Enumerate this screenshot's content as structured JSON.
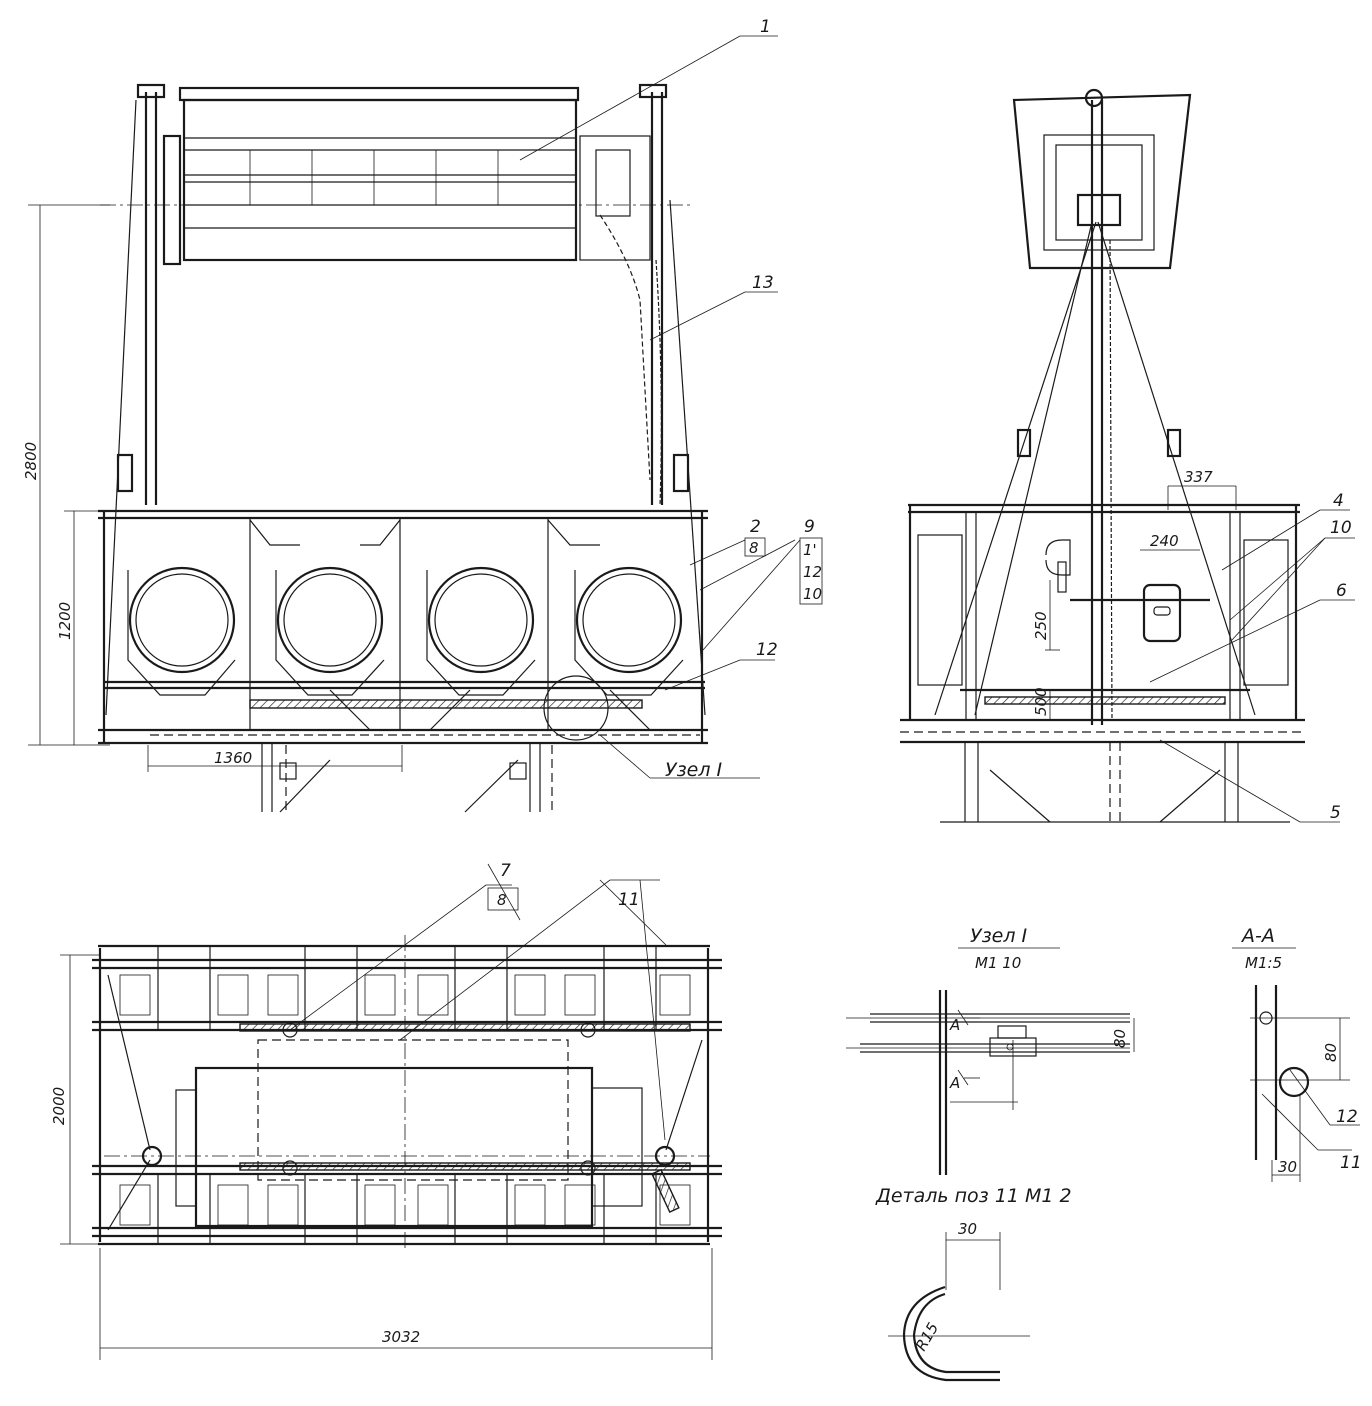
{
  "positions": {
    "p1": "1",
    "p2": "2",
    "p2_sub": "8",
    "p4": "4",
    "p5": "5",
    "p6": "6",
    "p7": "7",
    "p7_sub": "8",
    "p9": "9",
    "p9_list": [
      "1'",
      "12",
      "10"
    ],
    "p10": "10",
    "p11_plan": "11",
    "p12_front": "12",
    "p13": "13",
    "p12_detail": "12",
    "p11_detail": "11"
  },
  "dimensions": {
    "front_height": "2800",
    "front_frame_height": "1200",
    "front_bay": "1360",
    "side_337": "337",
    "side_240": "240",
    "side_250": "250",
    "side_500": "500",
    "plan_width": "2000",
    "plan_length": "3032",
    "node_80": "80",
    "aa_80": "80",
    "aa_30": "30",
    "detail_30": "30",
    "detail_r": "R15"
  },
  "views": {
    "node_label": "Узел I",
    "node_title": "Узел I",
    "node_scale": "М1 10",
    "section_title": "А-А",
    "section_scale": "М1:5",
    "section_mark_a": "А",
    "detail_title": "Деталь поз  11     М1 2"
  }
}
